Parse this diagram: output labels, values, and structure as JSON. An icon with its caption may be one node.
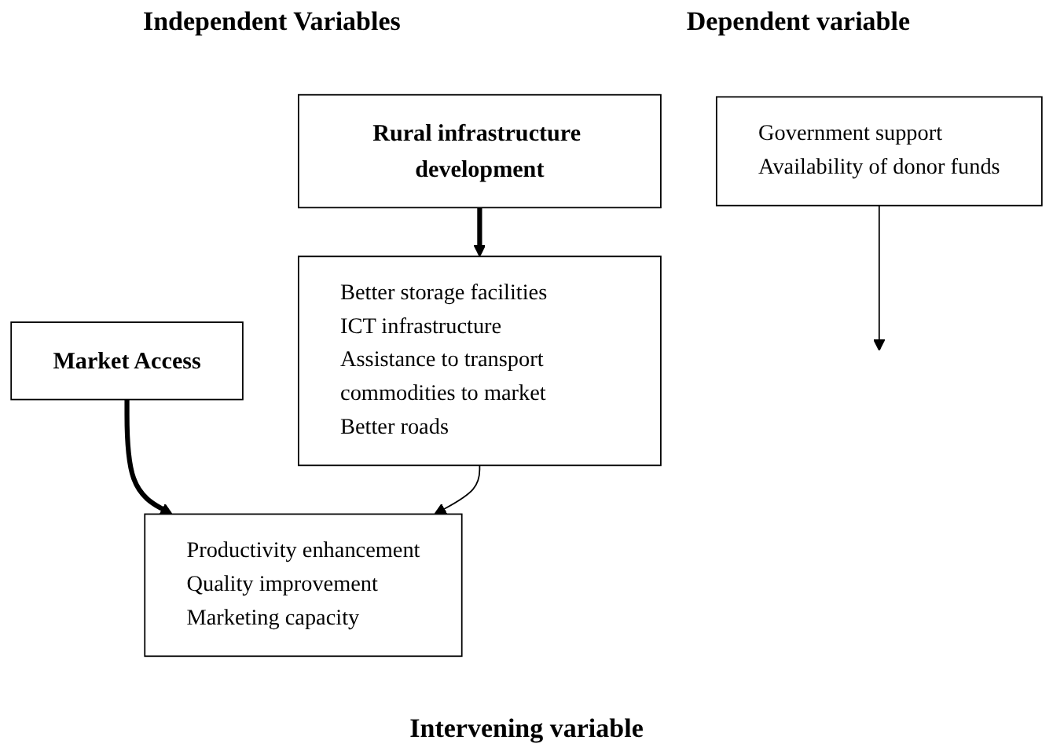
{
  "diagram": {
    "nodes": [
      {
        "text": [
          "Rural infrastructure development"
        ]
      },
      {
        "text": [
          "Better storage facilities",
          "ICT infrastructure",
          "Assistance to transport commodities to market",
          "Better roads"
        ]
      },
      {
        "text": [
          "Market Access"
        ]
      },
      {
        "text": [
          "Productivity enhancement",
          "Quality improvement",
          "Marketing capacity"
        ]
      },
      {
        "text": [
          "Government support",
          "Availability of donor funds"
        ]
      }
    ],
    "edges": [
      {
        "from": 0,
        "to": 1,
        "arrow": "to",
        "style": "thick"
      },
      {
        "from": 2,
        "to": 3,
        "arrow": "to",
        "style": "thick"
      },
      {
        "from": 1,
        "to": 3,
        "arrow": "to"
      },
      {
        "from": 4,
        "to": null,
        "arrow": "to"
      }
    ],
    "labels": [
      "Independent Variables",
      "Dependent variable",
      "Intervening variable"
    ]
  }
}
